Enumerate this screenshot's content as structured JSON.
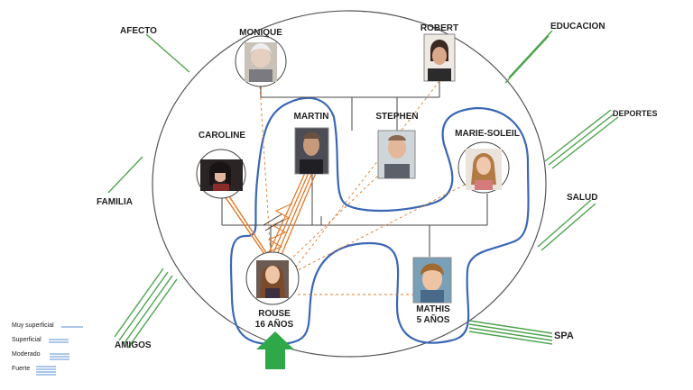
{
  "labels": {
    "monique": "MONIQUE",
    "robert": "ROBERT",
    "martin": "MARTIN",
    "stephen": "STEPHEN",
    "caroline": "CAROLINE",
    "marie_soleil": "MARIE-SOLEIL",
    "rouse_name": "ROUSE",
    "rouse_age": "16 AÑOS",
    "mathis_name": "MATHIS",
    "mathis_age": "5 AÑOS"
  },
  "systems": {
    "afecto": "AFECTO",
    "educacion": "EDUCACION",
    "deportes": "DEPORTES",
    "familia": "FAMILIA",
    "salud": "SALUD",
    "amigos": "AMIGOS",
    "spa": "SPA"
  },
  "legend": {
    "muy_superficial": "Muy superficial",
    "superficial": "Superficial",
    "moderado": "Moderado",
    "fuerte": "Fuerte"
  },
  "colors": {
    "outer_circle": "#555555",
    "boundary": "#3a67b6",
    "orange": "#e07a2a",
    "green_lines": "#4fa34f",
    "green_arrow": "#2fa84a",
    "legend_blue": "#5b8fd6",
    "family_lines": "#444444"
  }
}
